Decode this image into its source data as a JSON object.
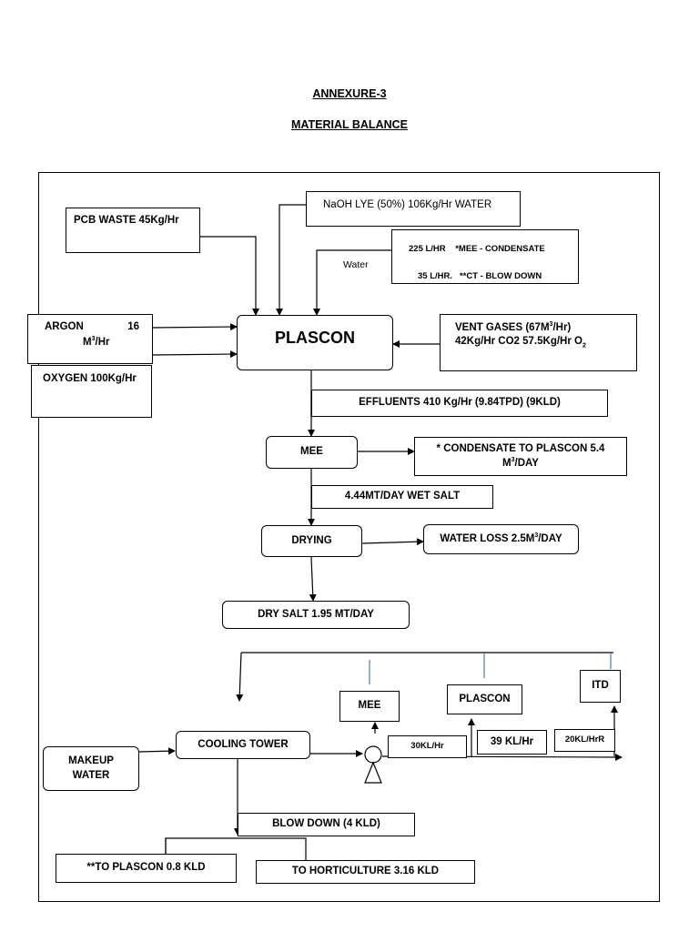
{
  "header": {
    "annexure": "ANNEXURE-3",
    "title": "MATERIAL BALANCE"
  },
  "inputs": {
    "pcb_waste": "PCB WASTE 45Kg/Hr",
    "naoh_lye": "NaOH LYE (50%) 106Kg/Hr WATER",
    "water_line1": "225 L/HR",
    "water_line1_note": "*MEE - CONDENSATE",
    "water_line2": "35 L/HR.",
    "water_line2_note": "**CT - BLOW DOWN",
    "water_label": "Water",
    "argon_name": "ARGON",
    "argon_value": "16",
    "argon_unit": "M",
    "argon_unit_exp": "3",
    "argon_unit_rest": "/Hr",
    "oxygen": "OXYGEN 100Kg/Hr"
  },
  "plascon": {
    "label": "PLASCON"
  },
  "vent_gases": {
    "line1_a": "VENT GASES (67M",
    "line1_exp": "3",
    "line1_b": "/Hr)",
    "line2_a": "42Kg/Hr CO2 57.5Kg/Hr  O",
    "line2_sub": "2"
  },
  "effluents": "EFFLUENTS 410 Kg/Hr (9.84TPD) (9KLD)",
  "mee": {
    "label": "MEE",
    "condensate_a": "* CONDENSATE TO PLASCON 5.4",
    "condensate_b": "M",
    "condensate_exp": "3",
    "condensate_c": "/DAY"
  },
  "wet_salt": "4.44MT/DAY WET SALT",
  "drying": {
    "label": "DRYING",
    "water_loss_a": "WATER LOSS 2.5M",
    "water_loss_exp": "3",
    "water_loss_b": "/DAY"
  },
  "dry_salt": "DRY SALT  1.95 MT/DAY",
  "cooling": {
    "mee": "MEE",
    "plascon": "PLASCON",
    "itd": "ITD",
    "flow_mee": "30KL/Hr",
    "flow_plascon": "39 KL/Hr",
    "flow_itd": "20KL/HrR",
    "makeup_water": "MAKEUP WATER",
    "cooling_tower": "COOLING TOWER",
    "blow_down": "BLOW DOWN (4 KLD)",
    "to_plascon": "**TO PLASCON 0.8 KLD",
    "to_horticulture": "TO HORTICULTURE 3.16 KLD"
  }
}
